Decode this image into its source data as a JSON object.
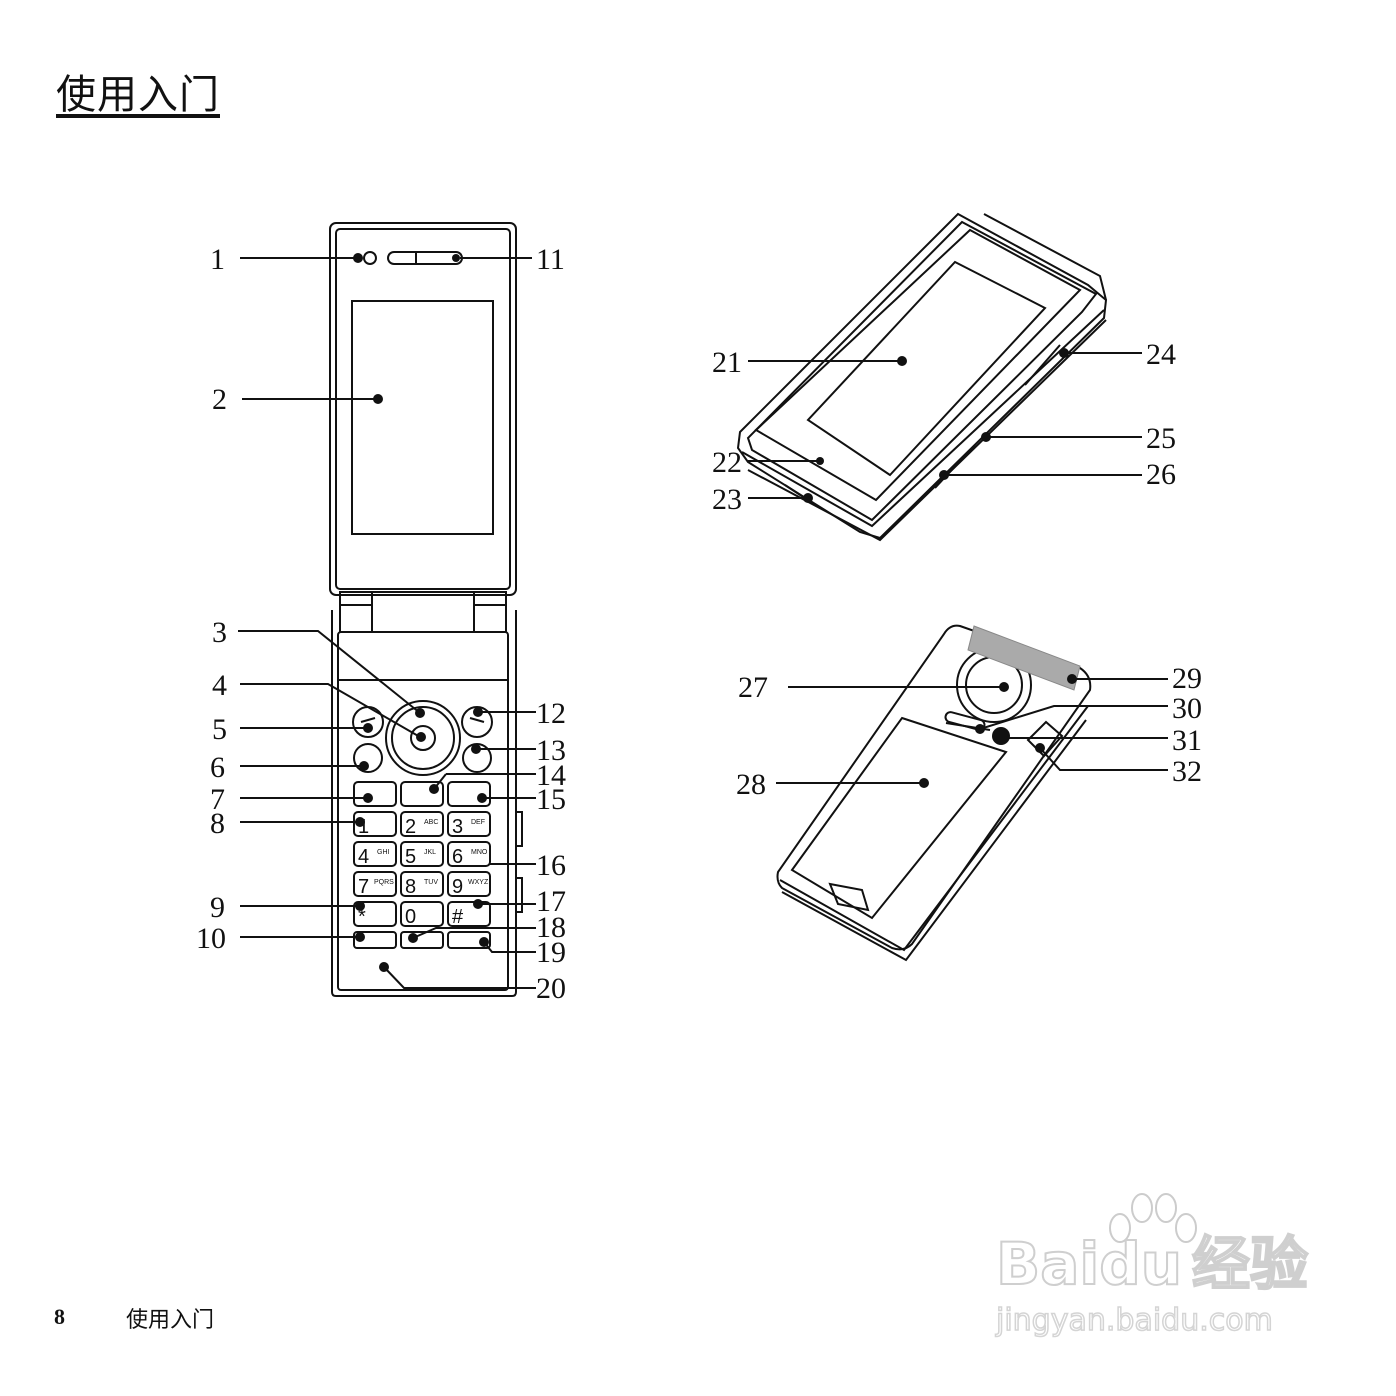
{
  "header": {
    "title": "使用入门"
  },
  "footer": {
    "page_number": "8",
    "section_title": "使用入门"
  },
  "figure": {
    "callouts": [
      "1",
      "2",
      "3",
      "4",
      "5",
      "6",
      "7",
      "8",
      "9",
      "10",
      "11",
      "12",
      "13",
      "14",
      "15",
      "16",
      "17",
      "18",
      "19",
      "20",
      "21",
      "22",
      "23",
      "24",
      "25",
      "26",
      "27",
      "28",
      "29",
      "30",
      "31",
      "32"
    ],
    "keypad": {
      "digits": [
        "1",
        "2",
        "3",
        "4",
        "5",
        "6",
        "7",
        "8",
        "9",
        "*",
        "0",
        "#"
      ],
      "letters": [
        "",
        "ABC",
        "DEF",
        "GHI",
        "JKL",
        "MNO",
        "PQRS",
        "TUV",
        "WXYZ",
        "",
        "",
        ""
      ]
    }
  },
  "watermark": {
    "brand": "Baidu",
    "brand_cn": "经验",
    "url": "jingyan.baidu.com"
  }
}
